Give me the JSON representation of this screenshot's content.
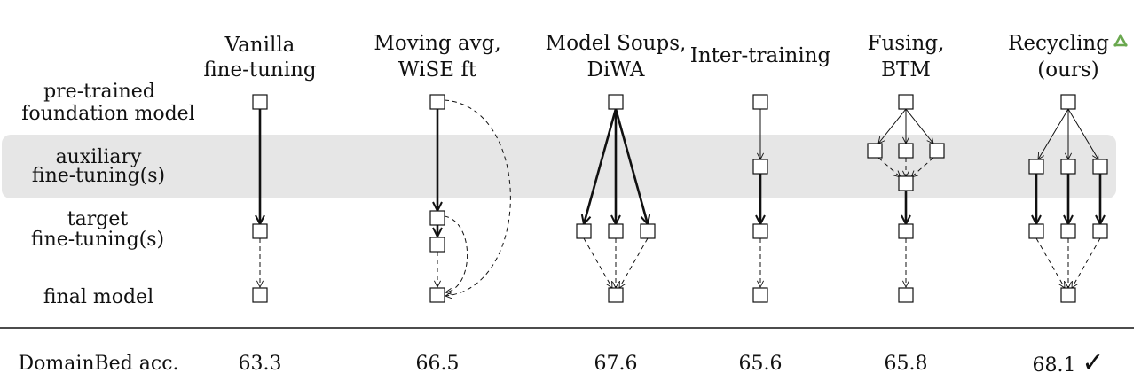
{
  "columns": [
    {
      "id": "vanilla",
      "title_lines": [
        "Vanilla",
        "fine-tuning"
      ],
      "accuracy": "63.3"
    },
    {
      "id": "moving",
      "title_lines": [
        "Moving avg,",
        "WiSE ft"
      ],
      "accuracy": "66.5"
    },
    {
      "id": "soups",
      "title_lines": [
        "Model Soups,",
        "DiWA"
      ],
      "accuracy": "67.6"
    },
    {
      "id": "inter",
      "title_lines": [
        "Inter-training"
      ],
      "accuracy": "65.6"
    },
    {
      "id": "fusing",
      "title_lines": [
        "Fusing,",
        "BTM"
      ],
      "accuracy": "65.8"
    },
    {
      "id": "recycling",
      "title_lines": [
        "Recycling",
        "(ours)"
      ],
      "accuracy": "68.1"
    }
  ],
  "row_labels": [
    {
      "id": "pretrained",
      "lines": [
        "pre-trained",
        "foundation model"
      ]
    },
    {
      "id": "auxiliary",
      "lines": [
        "auxiliary",
        "fine-tuning(s)"
      ]
    },
    {
      "id": "target",
      "lines": [
        "target",
        "fine-tuning(s)"
      ]
    },
    {
      "id": "final",
      "lines": [
        "final model"
      ]
    }
  ],
  "metric_label": "DomainBed acc.",
  "best_mark": "✓",
  "icons": {
    "recycle": "recycle-icon",
    "check": "checkmark-icon"
  },
  "colors": {
    "band": "#e6e6e6",
    "recycle": "#6aa84f",
    "ink": "#111111"
  }
}
